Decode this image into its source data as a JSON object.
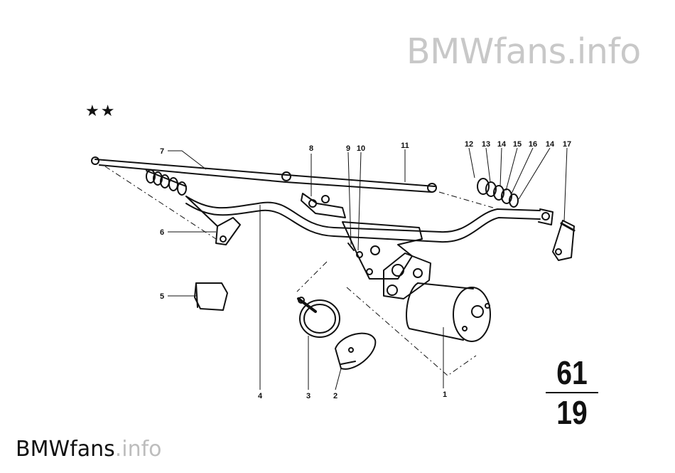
{
  "watermark_top": {
    "brand": "BMWfans",
    "suffix": ".info"
  },
  "watermark_bottom": {
    "brand": "BMWfans",
    "suffix": ".info"
  },
  "group_marker": "★★",
  "page_number": {
    "group": "61",
    "subgroup": "19"
  },
  "callouts": {
    "c1": "1",
    "c2": "2",
    "c3": "3",
    "c4": "4",
    "c5": "5",
    "c6": "6",
    "c7": "7",
    "c8": "8",
    "c9": "9",
    "c10": "10",
    "c11": "11",
    "c12": "12",
    "c13": "13",
    "c14a": "14",
    "c15": "15",
    "c16": "16",
    "c14b": "14",
    "c17": "17"
  }
}
